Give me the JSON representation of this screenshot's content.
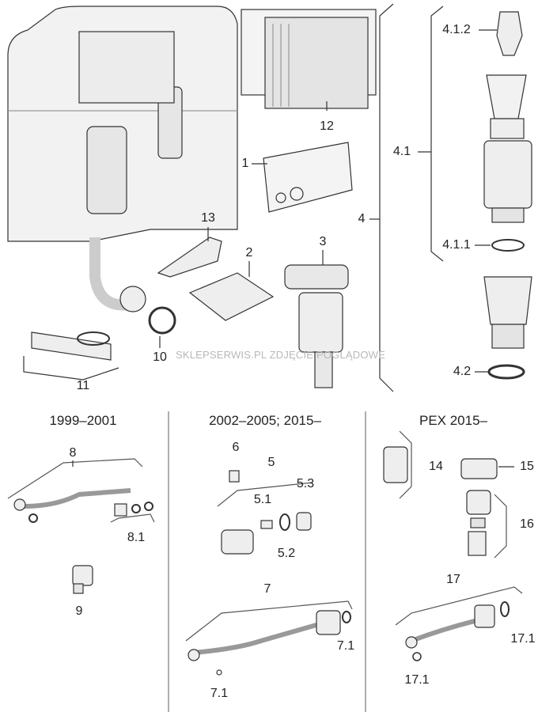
{
  "watermark": "SKLEPSERWIS.PL ZDJĘCIE POGLĄDOWE",
  "sections": {
    "s1": "1999–2001",
    "s2": "2002–2005; 2015–",
    "s3": "PEX 2015–"
  },
  "labels": {
    "l412": "4.1.2",
    "l12": "12",
    "l1": "1",
    "l41": "4.1",
    "l4": "4",
    "l13": "13",
    "l2": "2",
    "l3": "3",
    "l411": "4.1.1",
    "l10": "10",
    "l11": "11",
    "l42": "4.2",
    "l8": "8",
    "l81": "8.1",
    "l9": "9",
    "l6": "6",
    "l5": "5",
    "l53": "5.3",
    "l51": "5.1",
    "l52": "5.2",
    "l7": "7",
    "l71a": "7.1",
    "l71b": "7.1",
    "l14": "14",
    "l15": "15",
    "l16": "16",
    "l17": "17",
    "l171a": "17.1",
    "l171b": "17.1"
  }
}
